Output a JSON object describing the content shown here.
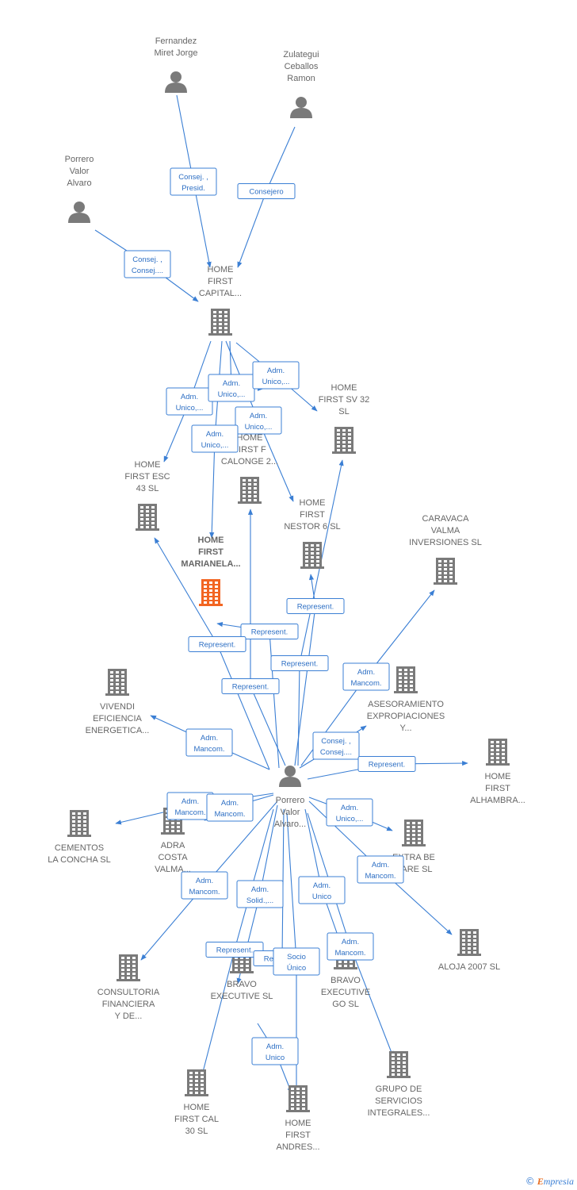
{
  "colors": {
    "edge": "#3b7fd4",
    "building": "#7a7a7a",
    "focus": "#f26522",
    "person": "#7a7a7a"
  },
  "nodes": [
    {
      "id": "fernandez",
      "type": "person",
      "lines": [
        "Fernandez",
        "Miret Jorge"
      ]
    },
    {
      "id": "zulategui",
      "type": "person",
      "lines": [
        "Zulategui",
        "Ceballos",
        "Ramon"
      ]
    },
    {
      "id": "porrero_top",
      "type": "person",
      "lines": [
        "Porrero",
        "Valor",
        "Alvaro"
      ]
    },
    {
      "id": "home_capital",
      "type": "company",
      "lines": [
        "HOME",
        "FIRST",
        "CAPITAL..."
      ]
    },
    {
      "id": "home_sv32",
      "type": "company",
      "lines": [
        "HOME",
        "FIRST SV 32",
        "SL"
      ]
    },
    {
      "id": "home_calonge",
      "type": "company",
      "lines": [
        "HOME",
        "FIRST F",
        "CALONGE 2..."
      ]
    },
    {
      "id": "home_esc43",
      "type": "company",
      "lines": [
        "HOME",
        "FIRST ESC",
        "43  SL"
      ]
    },
    {
      "id": "home_nestor",
      "type": "company",
      "lines": [
        "HOME",
        "FIRST",
        "NESTOR 6  SL"
      ]
    },
    {
      "id": "caravaca",
      "type": "company",
      "lines": [
        "CARAVACA",
        "VALMA",
        "INVERSIONES SL"
      ]
    },
    {
      "id": "home_marianela",
      "type": "focus",
      "lines": [
        "HOME",
        "FIRST",
        "MARIANELA..."
      ]
    },
    {
      "id": "vivendi",
      "type": "company",
      "lines": [
        "VIVENDI",
        "EFICIENCIA",
        "ENERGETICA..."
      ]
    },
    {
      "id": "asesoramiento",
      "type": "company",
      "lines": [
        "ASESORAMIENTO",
        "EXPROPIACIONES",
        "Y..."
      ]
    },
    {
      "id": "home_alhambra",
      "type": "company",
      "lines": [
        "HOME",
        "FIRST",
        "ALHAMBRA..."
      ]
    },
    {
      "id": "porrero_center",
      "type": "person",
      "lines": [
        "Porrero",
        "Valor",
        "Alvaro..."
      ]
    },
    {
      "id": "cementos",
      "type": "company",
      "lines": [
        "CEMENTOS",
        "LA CONCHA SL"
      ]
    },
    {
      "id": "adra",
      "type": "company",
      "lines": [
        "ADRA",
        "COSTA",
        "VALMA..."
      ]
    },
    {
      "id": "extra_be",
      "type": "company",
      "lines": [
        "EXTRA BE",
        "CARE  SL"
      ]
    },
    {
      "id": "aloja",
      "type": "company",
      "lines": [
        "ALOJA 2007 SL"
      ]
    },
    {
      "id": "consultoria",
      "type": "company",
      "lines": [
        "CONSULTORIA",
        "FINANCIERA",
        "Y DE..."
      ]
    },
    {
      "id": "bravo",
      "type": "company",
      "lines": [
        "BRAVO",
        "EXECUTIVE SL"
      ]
    },
    {
      "id": "bravo_go",
      "type": "company",
      "lines": [
        "BRAVO",
        "EXECUTIVE",
        "GO  SL"
      ]
    },
    {
      "id": "grupo",
      "type": "company",
      "lines": [
        "GRUPO DE",
        "SERVICIOS",
        "INTEGRALES..."
      ]
    },
    {
      "id": "home_cal30",
      "type": "company",
      "lines": [
        "HOME",
        "FIRST CAL",
        "30  SL"
      ]
    },
    {
      "id": "home_andres",
      "type": "company",
      "lines": [
        "HOME",
        "FIRST",
        "ANDRES..."
      ]
    }
  ],
  "relations": [
    [
      "Consej. ,",
      "Presid."
    ],
    [
      "Consejero"
    ],
    [
      "Consej. ,",
      "Consej...."
    ],
    [
      "Adm.",
      "Unico,..."
    ],
    [
      "Adm.",
      "Unico,..."
    ],
    [
      "Adm.",
      "Unico,..."
    ],
    [
      "Adm.",
      "Unico,..."
    ],
    [
      "Adm.",
      "Unico,..."
    ],
    [
      "Represent."
    ],
    [
      "Represent."
    ],
    [
      "Represent."
    ],
    [
      "Represent."
    ],
    [
      "Represent."
    ],
    [
      "Adm.",
      "Mancom."
    ],
    [
      "Adm.",
      "Mancom."
    ],
    [
      "Consej. ,",
      "Consej...."
    ],
    [
      "Represent."
    ],
    [
      "Adm.",
      "Mancom."
    ],
    [
      "Adm.",
      "Mancom."
    ],
    [
      "Adm.",
      "Unico,..."
    ],
    [
      "Adm.",
      "Mancom."
    ],
    [
      "Adm.",
      "Mancom."
    ],
    [
      "Adm.",
      "Solid.,..."
    ],
    [
      "Adm.",
      "Unico"
    ],
    [
      "Represent."
    ],
    [
      "Represent."
    ],
    [
      "Socio",
      "Único"
    ],
    [
      "Adm.",
      "Mancom."
    ],
    [
      "Adm.",
      "Unico"
    ]
  ],
  "footer": {
    "copyright": "©",
    "brand_first": "E",
    "brand_rest": "mpresia"
  }
}
